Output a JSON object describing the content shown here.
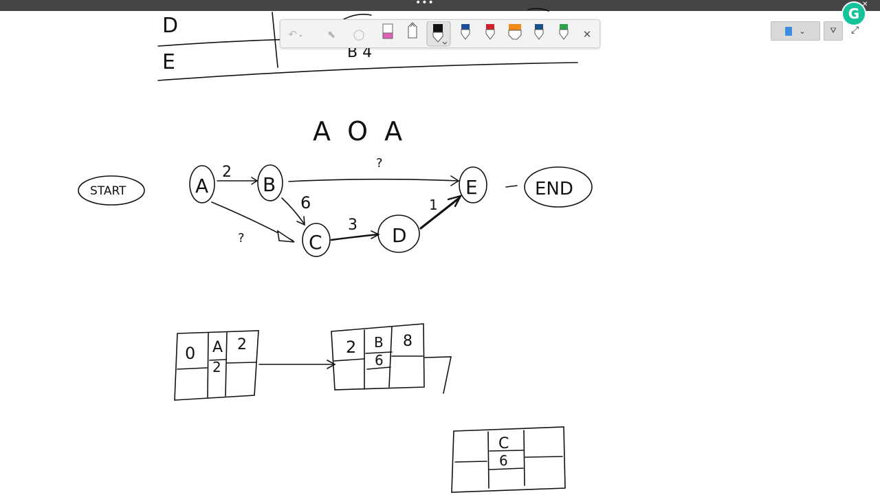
{
  "window": {
    "menu_dots": "•••"
  },
  "toolbar": {
    "undo_icon": "↶",
    "dropdown_caret": "⌄",
    "select_icon": "⬉",
    "lasso_icon": "◯",
    "close_icon": "✕",
    "pens": [
      {
        "name": "eraser",
        "color": "#e060b8"
      },
      {
        "name": "pen-outline",
        "color": "#ffffff"
      },
      {
        "name": "pen-black",
        "color": "#111111",
        "selected": true
      },
      {
        "name": "pen-blue",
        "color": "#1f4e9a"
      },
      {
        "name": "pen-red",
        "color": "#d0202a"
      },
      {
        "name": "highlighter-orange",
        "color": "#f08a1c"
      },
      {
        "name": "pen-teal",
        "color": "#1b4f8a"
      },
      {
        "name": "pen-green",
        "color": "#2aa44a"
      }
    ]
  },
  "right_controls": {
    "page_icon_color": "#3b8de0",
    "caret": "⌄",
    "filter_icon": "⛛",
    "expand_icon": "⤢"
  },
  "grammarly": {
    "letter": "G",
    "close": "✕"
  },
  "whiteboard": {
    "table_rows": [
      "D",
      "E"
    ],
    "table_cell_text": "B 4",
    "title": "A O A",
    "nodes": {
      "start": "START",
      "a": "A",
      "b": "B",
      "c": "C",
      "d": "D",
      "e": "E",
      "end": "END"
    },
    "edge_labels": {
      "a_b": "2",
      "b_e": "?",
      "b_c": "6",
      "a_c": "?",
      "c_d": "3",
      "d_e": "1",
      "e_end": "-"
    },
    "box1": {
      "es": "0",
      "activity": "A",
      "duration": "2",
      "ef": "2"
    },
    "box2": {
      "es": "2",
      "activity": "B",
      "duration": "6",
      "ef": "8"
    },
    "box3": {
      "activity": "C",
      "duration": "6"
    }
  }
}
